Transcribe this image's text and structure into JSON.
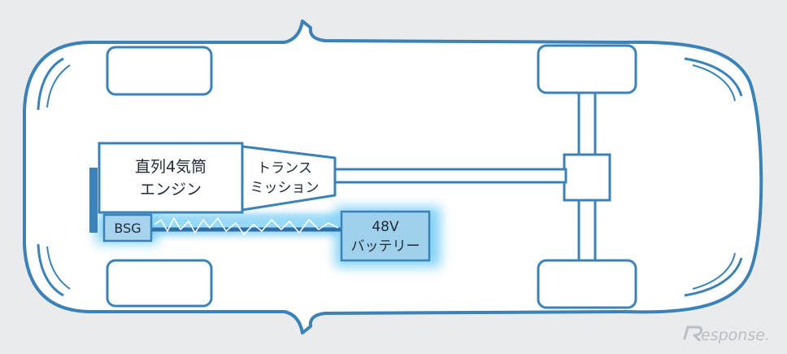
{
  "diagram": {
    "engine_label_line1": "直列4気筒",
    "engine_label_line2": "エンジン",
    "transmission_label_line1": "トランス",
    "transmission_label_line2": "ミッション",
    "bsg_label": "BSG",
    "battery_label_line1": "48V",
    "battery_label_line2": "バッテリー"
  },
  "watermark": {
    "text": "esponse.",
    "logo_icon": "response-r-logo"
  },
  "colors": {
    "background": "#e9ebec",
    "outline": "#3b82b8",
    "glow": "#7fd0f6",
    "box_fill": "#ffffff",
    "battery_fill": "#9fd0ec",
    "text": "#1f2a36"
  }
}
